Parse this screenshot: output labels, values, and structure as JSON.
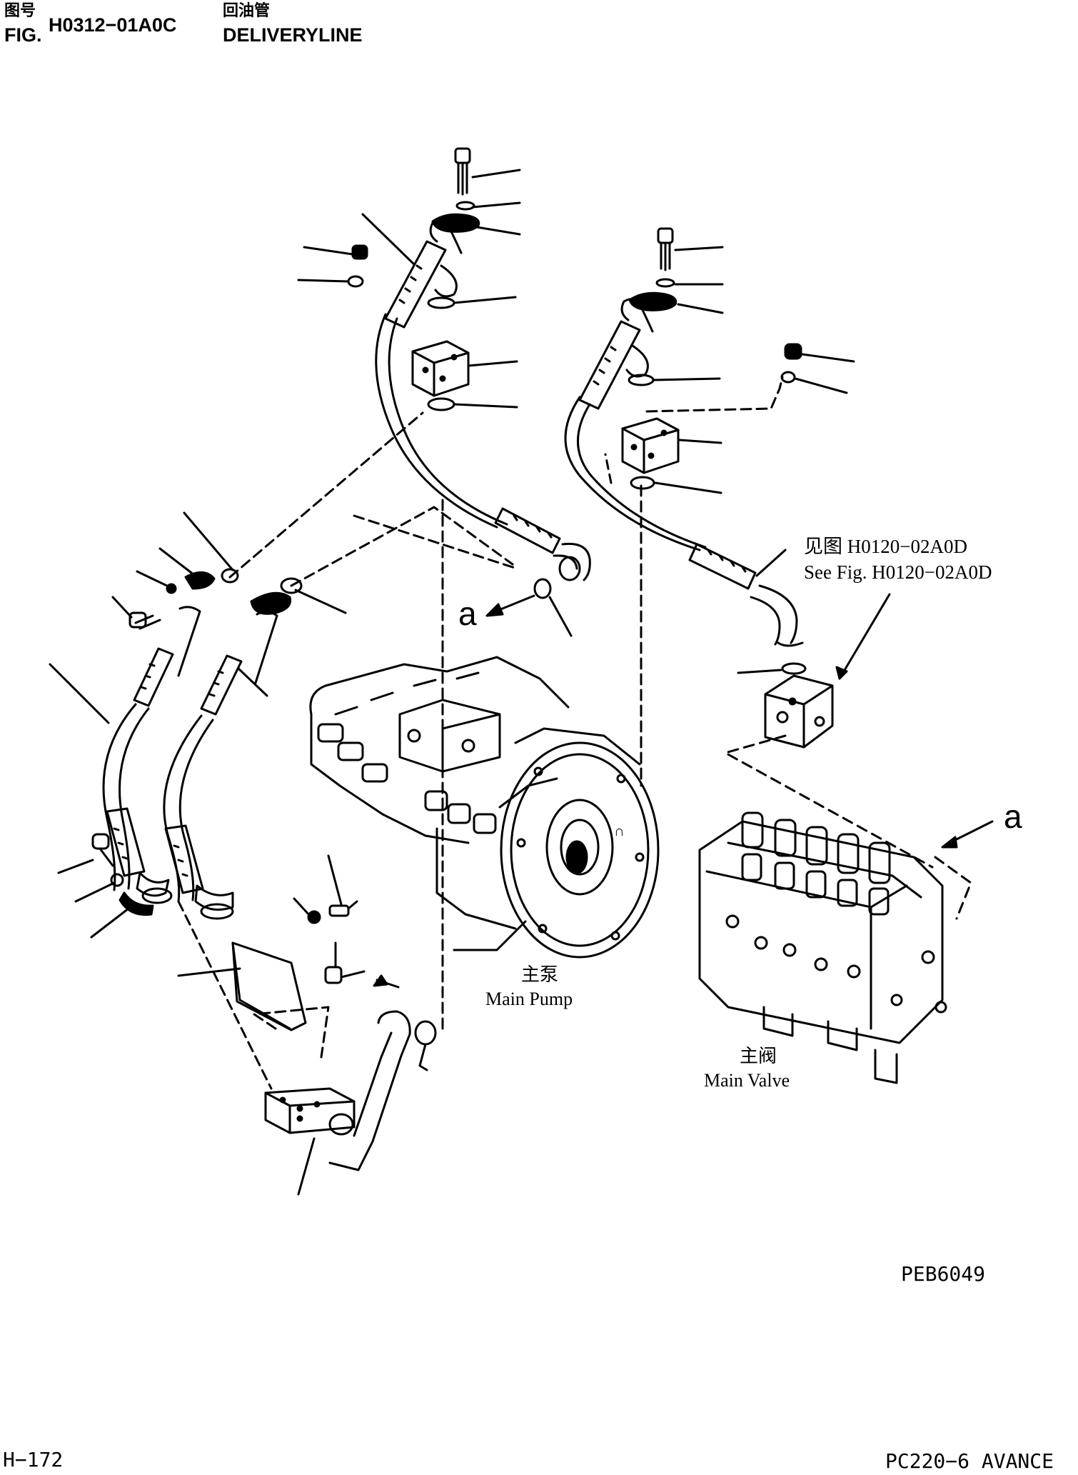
{
  "header": {
    "fig_label_cn": "图号",
    "fig_label_en": "FIG.",
    "fig_number": "H0312−01A0C",
    "title_cn": "回油管",
    "title_en": "DELIVERYLINE"
  },
  "diagram": {
    "reference_cn": "见图 H0120−02A0D",
    "reference_en": "See Fig. H0120−02A0D",
    "main_pump_cn": "主泵",
    "main_pump_en": "Main Pump",
    "main_valve_cn": "主阀",
    "main_valve_en": "Main Valve",
    "view_marker": "a",
    "drawing_code": "PEB6049"
  },
  "footer": {
    "page": "H−172",
    "model": "PC220−6 AVANCE"
  }
}
